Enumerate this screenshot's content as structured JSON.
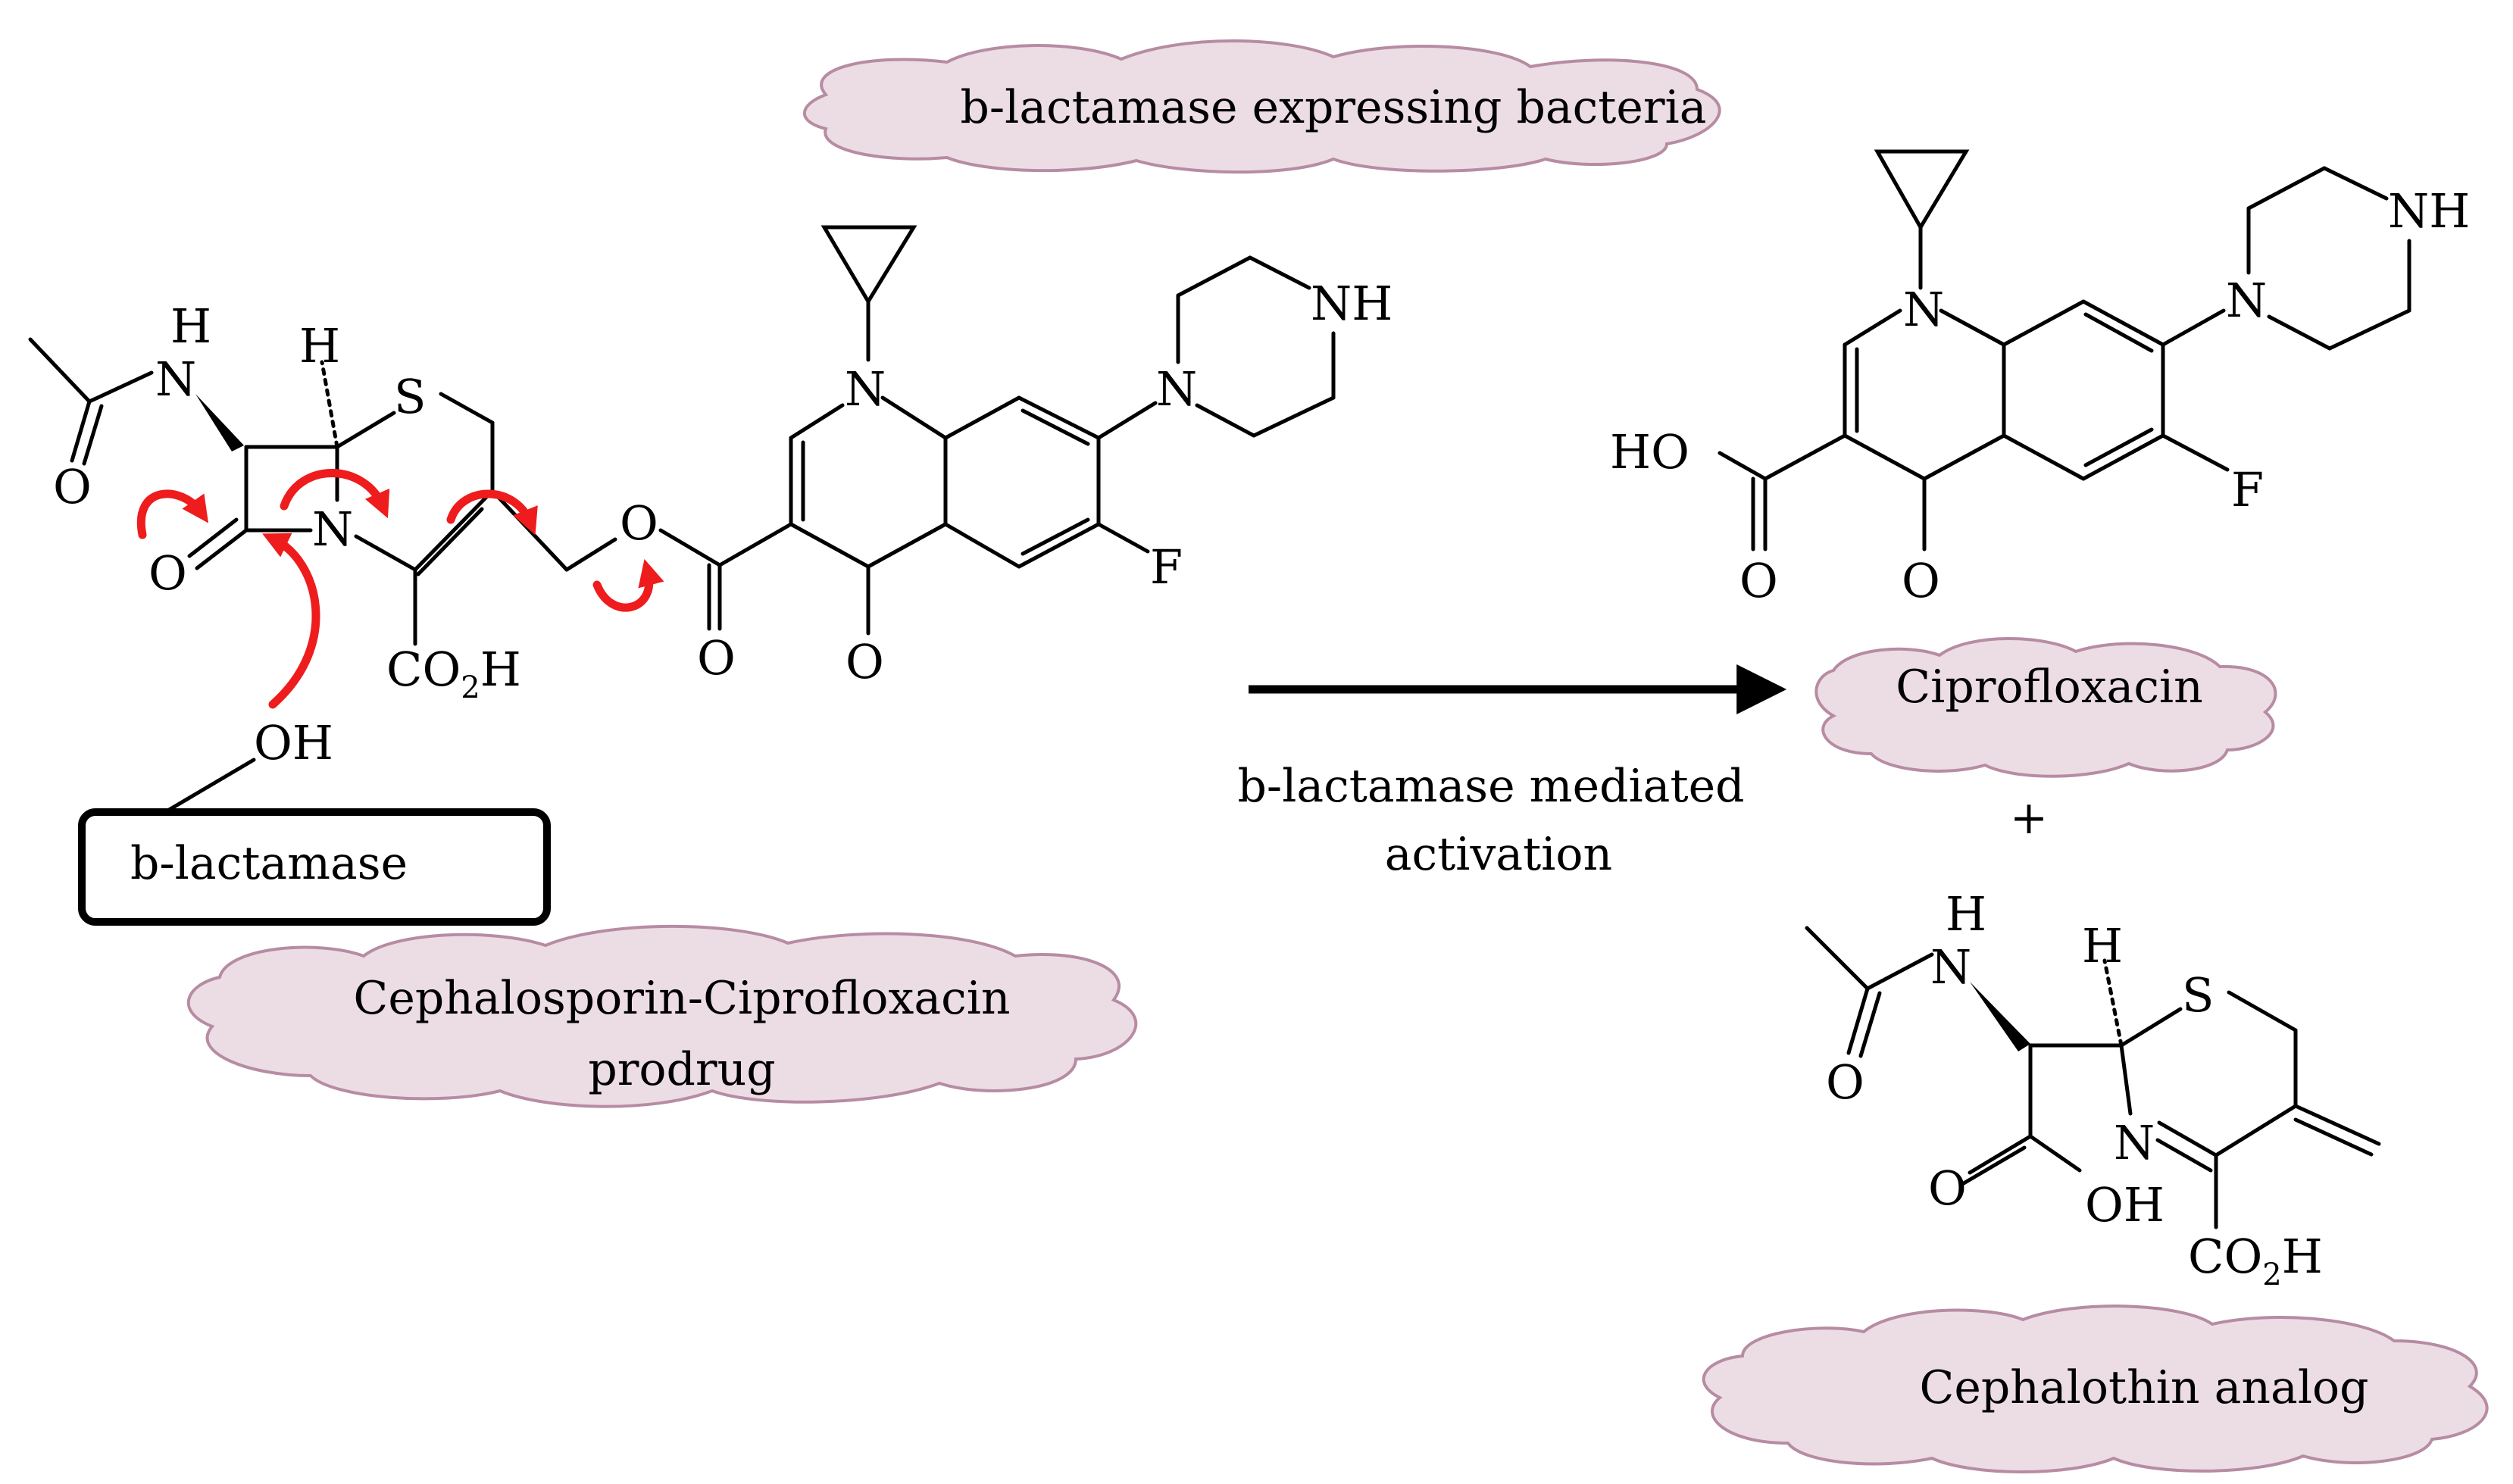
{
  "labels": {
    "bacteria_cloud": "b-lactamase expressing bacteria",
    "prodrug_cloud_line1": "Cephalosporin-Ciprofloxacin",
    "prodrug_cloud_line2": "prodrug",
    "enzyme_box": "b-lactamase",
    "reaction_line1": "b-lactamase mediated",
    "reaction_line2": "activation",
    "cipro_cloud": "Ciprofloxacin",
    "plus": "+",
    "cephalothin_cloud": "Cephalothin analog"
  },
  "atoms": {
    "H": "H",
    "N": "N",
    "NH": "NH",
    "S": "S",
    "O": "O",
    "F": "F",
    "OH": "OH",
    "HO": "HO",
    "CO2H_left": "CO",
    "CO2H_sub": "2",
    "CO2H_right": "H"
  },
  "colors": {
    "cloud_fill": "#ecdde5",
    "cloud_stroke": "#b78ca3",
    "mechanism_arrows": "#ee1c1c",
    "structure": "#000000"
  }
}
